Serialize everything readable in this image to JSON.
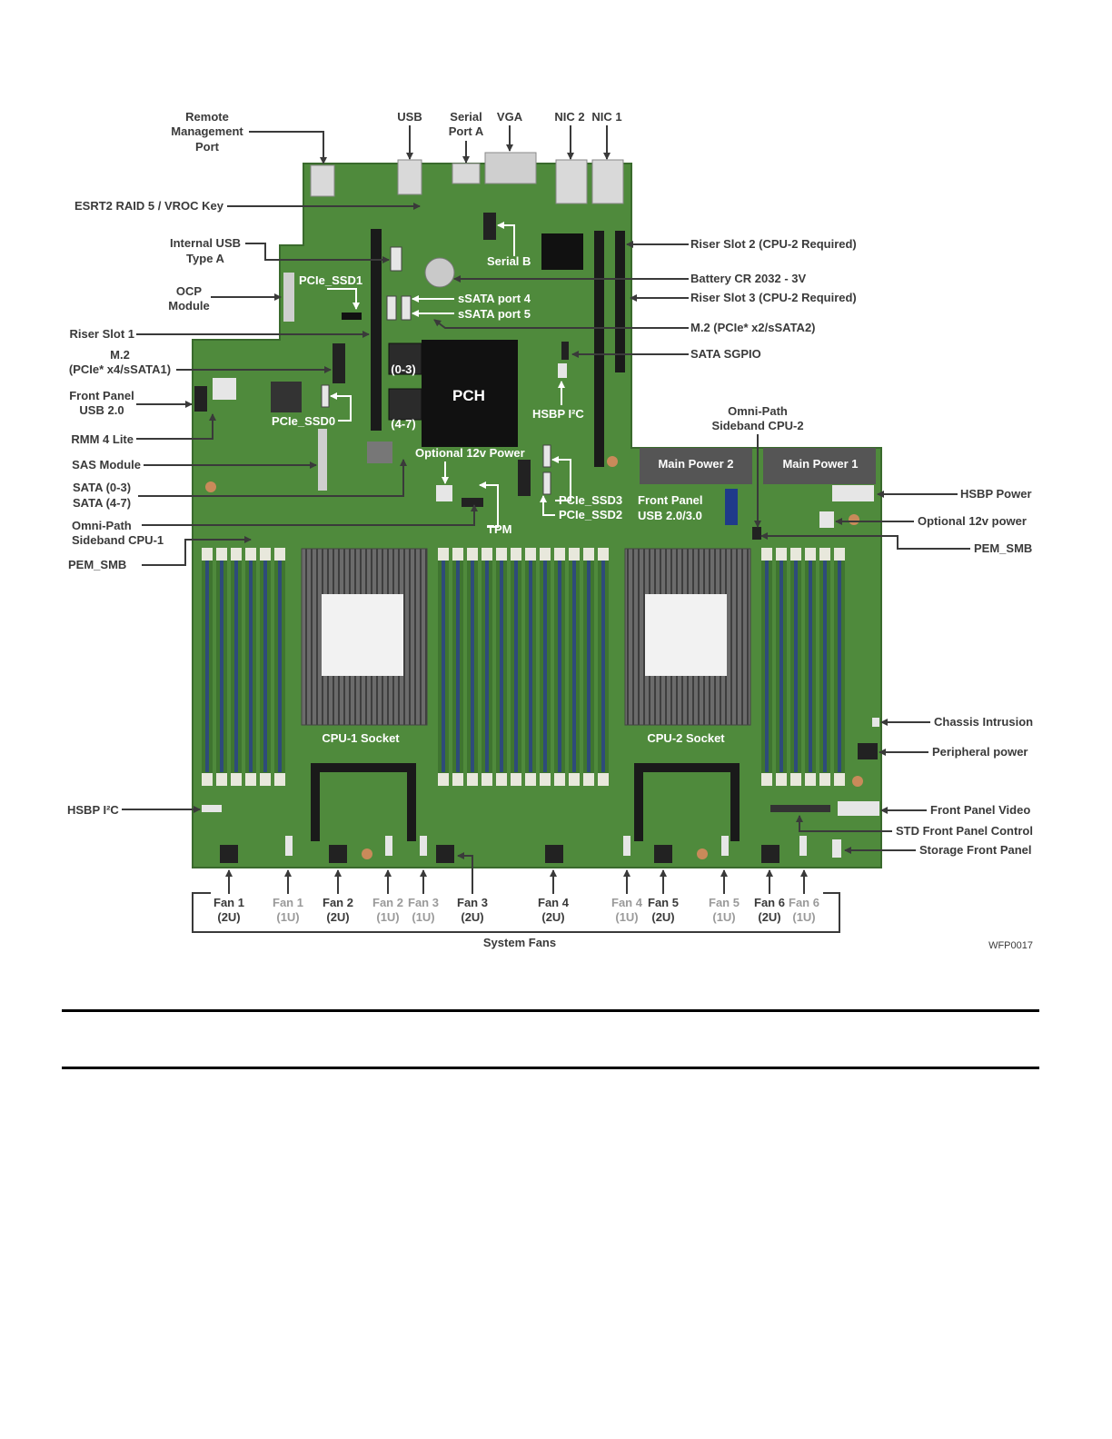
{
  "labels": {
    "remote_mgmt": [
      "Remote",
      "Management",
      "Port"
    ],
    "usb": "USB",
    "serial_a": [
      "Serial",
      "Port A"
    ],
    "vga": "VGA",
    "nic2": "NIC 2",
    "nic1": "NIC 1",
    "esrt2": "ESRT2 RAID 5 / VROC Key",
    "internal_usb": [
      "Internal USB",
      "Type A"
    ],
    "serial_b": "Serial B",
    "riser2": "Riser Slot 2 (CPU-2 Required)",
    "battery": "Battery CR 2032 - 3V",
    "ocp": [
      "OCP",
      "Module"
    ],
    "pcie_ssd1": "PCIe_SSD1",
    "ssata4": "sSATA port 4",
    "ssata5": "sSATA port 5",
    "riser3": "Riser Slot 3 (CPU-2 Required)",
    "riser1": "Riser Slot 1",
    "m2_right": "M.2 (PCIe* x2/sSATA2)",
    "m2_left": [
      "M.2",
      "(PCIe* x4/sSATA1)"
    ],
    "sata_sgpio": "SATA SGPIO",
    "sata03_board": "(0-3)",
    "sata47_board": "(4-7)",
    "pch": "PCH",
    "front_panel_usb2": [
      "Front Panel",
      "USB 2.0"
    ],
    "hsbp_i2c_top": "HSBP I²C",
    "pcie_ssd0": "PCIe_SSD0",
    "omnipath2": [
      "Omni-Path",
      "Sideband CPU-2"
    ],
    "rmm4": "RMM 4 Lite",
    "sas": "SAS Module",
    "opt12v_top": "Optional 12v Power",
    "main_power2": "Main Power 2",
    "main_power1": "Main Power 1",
    "sata_list": [
      "SATA (0-3)",
      "SATA (4-7)"
    ],
    "pcie_ssd3": "PCIe_SSD3",
    "pcie_ssd2": "PCIe_SSD2",
    "front_panel_usb3": [
      "Front Panel",
      "USB 2.0/3.0"
    ],
    "hsbp_power": "HSBP Power",
    "opt12v_right": "Optional 12v power",
    "omnipath1": [
      "Omni-Path",
      "Sideband CPU-1"
    ],
    "tpm": "TPM",
    "pem_smb_left": "PEM_SMB",
    "pem_smb_right": "PEM_SMB",
    "cpu1": "CPU-1 Socket",
    "cpu2": "CPU-2 Socket",
    "chassis": "Chassis Intrusion",
    "peripheral": "Peripheral power",
    "hsbp_i2c_left": "HSBP I²C",
    "fp_video": "Front Panel Video",
    "std_fp": "STD Front Panel Control",
    "storage_fp": "Storage Front Panel",
    "system_fans": "System Fans",
    "figure_code": "WFP0017"
  },
  "fans": [
    {
      "name": "Fan 1",
      "size": "(2U)",
      "dim": false
    },
    {
      "name": "Fan 1",
      "size": "(1U)",
      "dim": true
    },
    {
      "name": "Fan 2",
      "size": "(2U)",
      "dim": false
    },
    {
      "name": "Fan 2",
      "size": "(1U)",
      "dim": true
    },
    {
      "name": "Fan 3",
      "size": "(1U)",
      "dim": true
    },
    {
      "name": "Fan 3",
      "size": "(2U)",
      "dim": false
    },
    {
      "name": "Fan 4",
      "size": "(2U)",
      "dim": false
    },
    {
      "name": "Fan 4",
      "size": "(1U)",
      "dim": true
    },
    {
      "name": "Fan 5",
      "size": "(2U)",
      "dim": false
    },
    {
      "name": "Fan 5",
      "size": "(1U)",
      "dim": true
    },
    {
      "name": "Fan 6",
      "size": "(2U)",
      "dim": false
    },
    {
      "name": "Fan 6",
      "size": "(1U)",
      "dim": true
    }
  ],
  "colors": {
    "board": "#4f8a3c",
    "board_dark": "#3f7530",
    "dimm_slot": "#2e4b7a",
    "heatsink": "#5a5a5a",
    "pch": "#111111",
    "label": "#3a3a3a"
  }
}
